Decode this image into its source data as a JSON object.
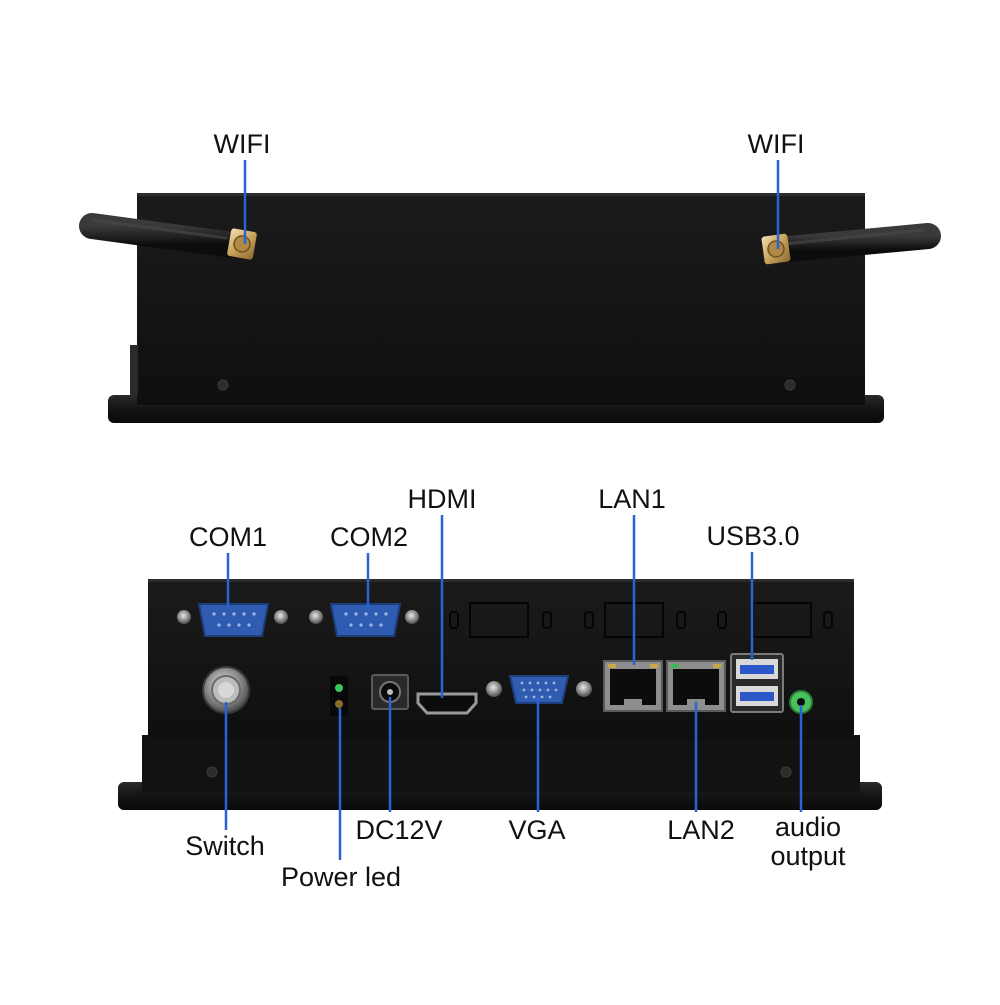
{
  "colors": {
    "callout_line": "#2a63d4",
    "chassis": "#161616",
    "port_blue": "#2f5cb0",
    "usb_blue": "#2c57c9",
    "audio_green": "#47c25a"
  },
  "top_view": {
    "left_antenna_label": "WIFI",
    "right_antenna_label": "WIFI"
  },
  "rear_view": {
    "top_labels": {
      "com1": "COM1",
      "com2": "COM2",
      "hdmi": "HDMI",
      "lan1": "LAN1",
      "usb3": "USB3.0"
    },
    "bottom_labels": {
      "switch": "Switch",
      "power_led": "Power led",
      "dc12v": "DC12V",
      "vga": "VGA",
      "lan2": "LAN2",
      "audio_line1": "audio",
      "audio_line2": "output"
    }
  }
}
